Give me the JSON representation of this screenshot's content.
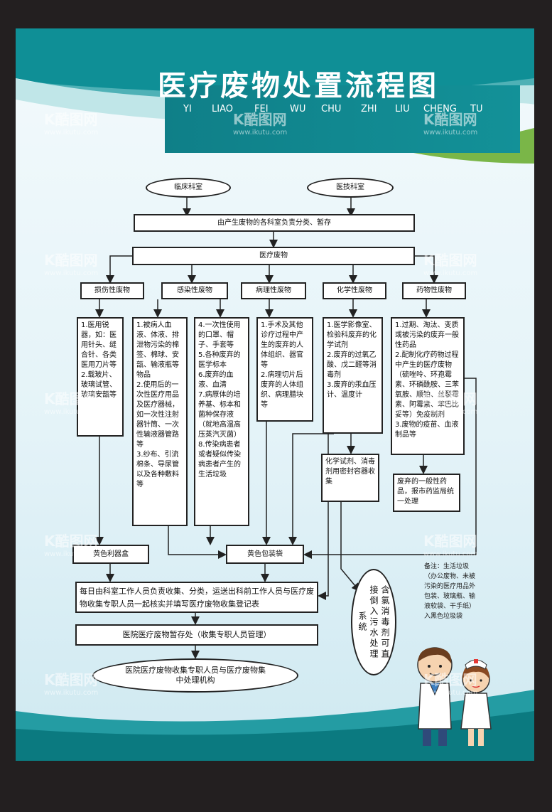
{
  "title": "医疗废物处置流程图",
  "pinyin": [
    "YI",
    "LIAO",
    "FEI",
    "WU",
    "CHU",
    "ZHI",
    "LIU",
    "CHENG",
    "TU"
  ],
  "nodes": {
    "clinical": "临床科室",
    "medtech": "医技科室",
    "classify": "由产生废物的各科室负责分类、暂存",
    "medwaste": "医疗废物",
    "cat_damage": "损伤性废物",
    "cat_infect": "感染性废物",
    "cat_patho": "病理性废物",
    "cat_chem": "化学性废物",
    "cat_drug": "药物性废物",
    "damage_detail": "1.医用锐器，如：医用针头、缝合针、各类医用刀片等\n2.载玻片、玻璃试管、玻璃安瓿等",
    "infect_detail_1": "1.被病人血液、体液、排泄物污染的棉签、棉球、安瓿、输液瓶等物品\n2.使用后的一次性医疗用品及医疗器械，如一次性注射器针筒、一次性输液器管路等\n3.纱布、引流棉条、导尿管以及各种敷料等",
    "infect_detail_2": "4.一次性使用的口罩、帽子、手套等\n5.各种废弃的医学标本\n6.废弃的血液、血清\n7.病原体的培养基、标本和菌种保存液（就地高温高压蒸汽灭菌）\n8.传染病患者或者疑似传染病患者产生的生活垃圾",
    "patho_detail": "1.手术及其他诊疗过程中产生的废弃的人体组织、器官等\n2.病理切片后废弃的人体组织、病理腊块等",
    "chem_detail": "1.医学影像室、检验科废弃的化学试剂\n2.废弃的过氧乙酸、戊二醛等消毒剂\n3.废弃的汞血压计、温度计",
    "drug_detail": "1.过期、淘汰、变质或被污染的废弃一般性药品\n2.配制化疗药物过程中产生的医疗废物（硫唑呤、环孢霉素、环磷酰胺、三苯氧胺、顺铂、丝裂霉素、阿霉素、苯巴比妥等）免疫制剂\n3.废物的疫苗、血液制品等",
    "chem_container": "化学试剂、消毒剂用密封容器收集",
    "drug_general": "废弃的一般性药品，报市药监局统一处理",
    "sharps_box": "黄色利器盒",
    "yellow_bag": "黄色包装袋",
    "collect": "每日由科室工作人员负责收集、分类，运送出科前工作人员与医疗废物收集专职人员一起核实并填写医疗废物收集登记表",
    "storage": "医院医疗废物暂存处（收集专职人员管理）",
    "final": "医院医疗废物收集专职人员与医疗废物集中处理机构",
    "sewage": "含氯消毒剂可直接倒入污水处理系统",
    "note": "备注：生活垃圾（办公废物、未被污染的医疗用品外包装、玻璃瓶、输液软袋、干手纸）入黑色垃圾袋"
  },
  "watermark": {
    "brand": "K酷图网",
    "url": "www.ikutu.com"
  },
  "colors": {
    "teal": "#0f8f96",
    "line": "#222222",
    "accent_green": "#7ab648"
  }
}
